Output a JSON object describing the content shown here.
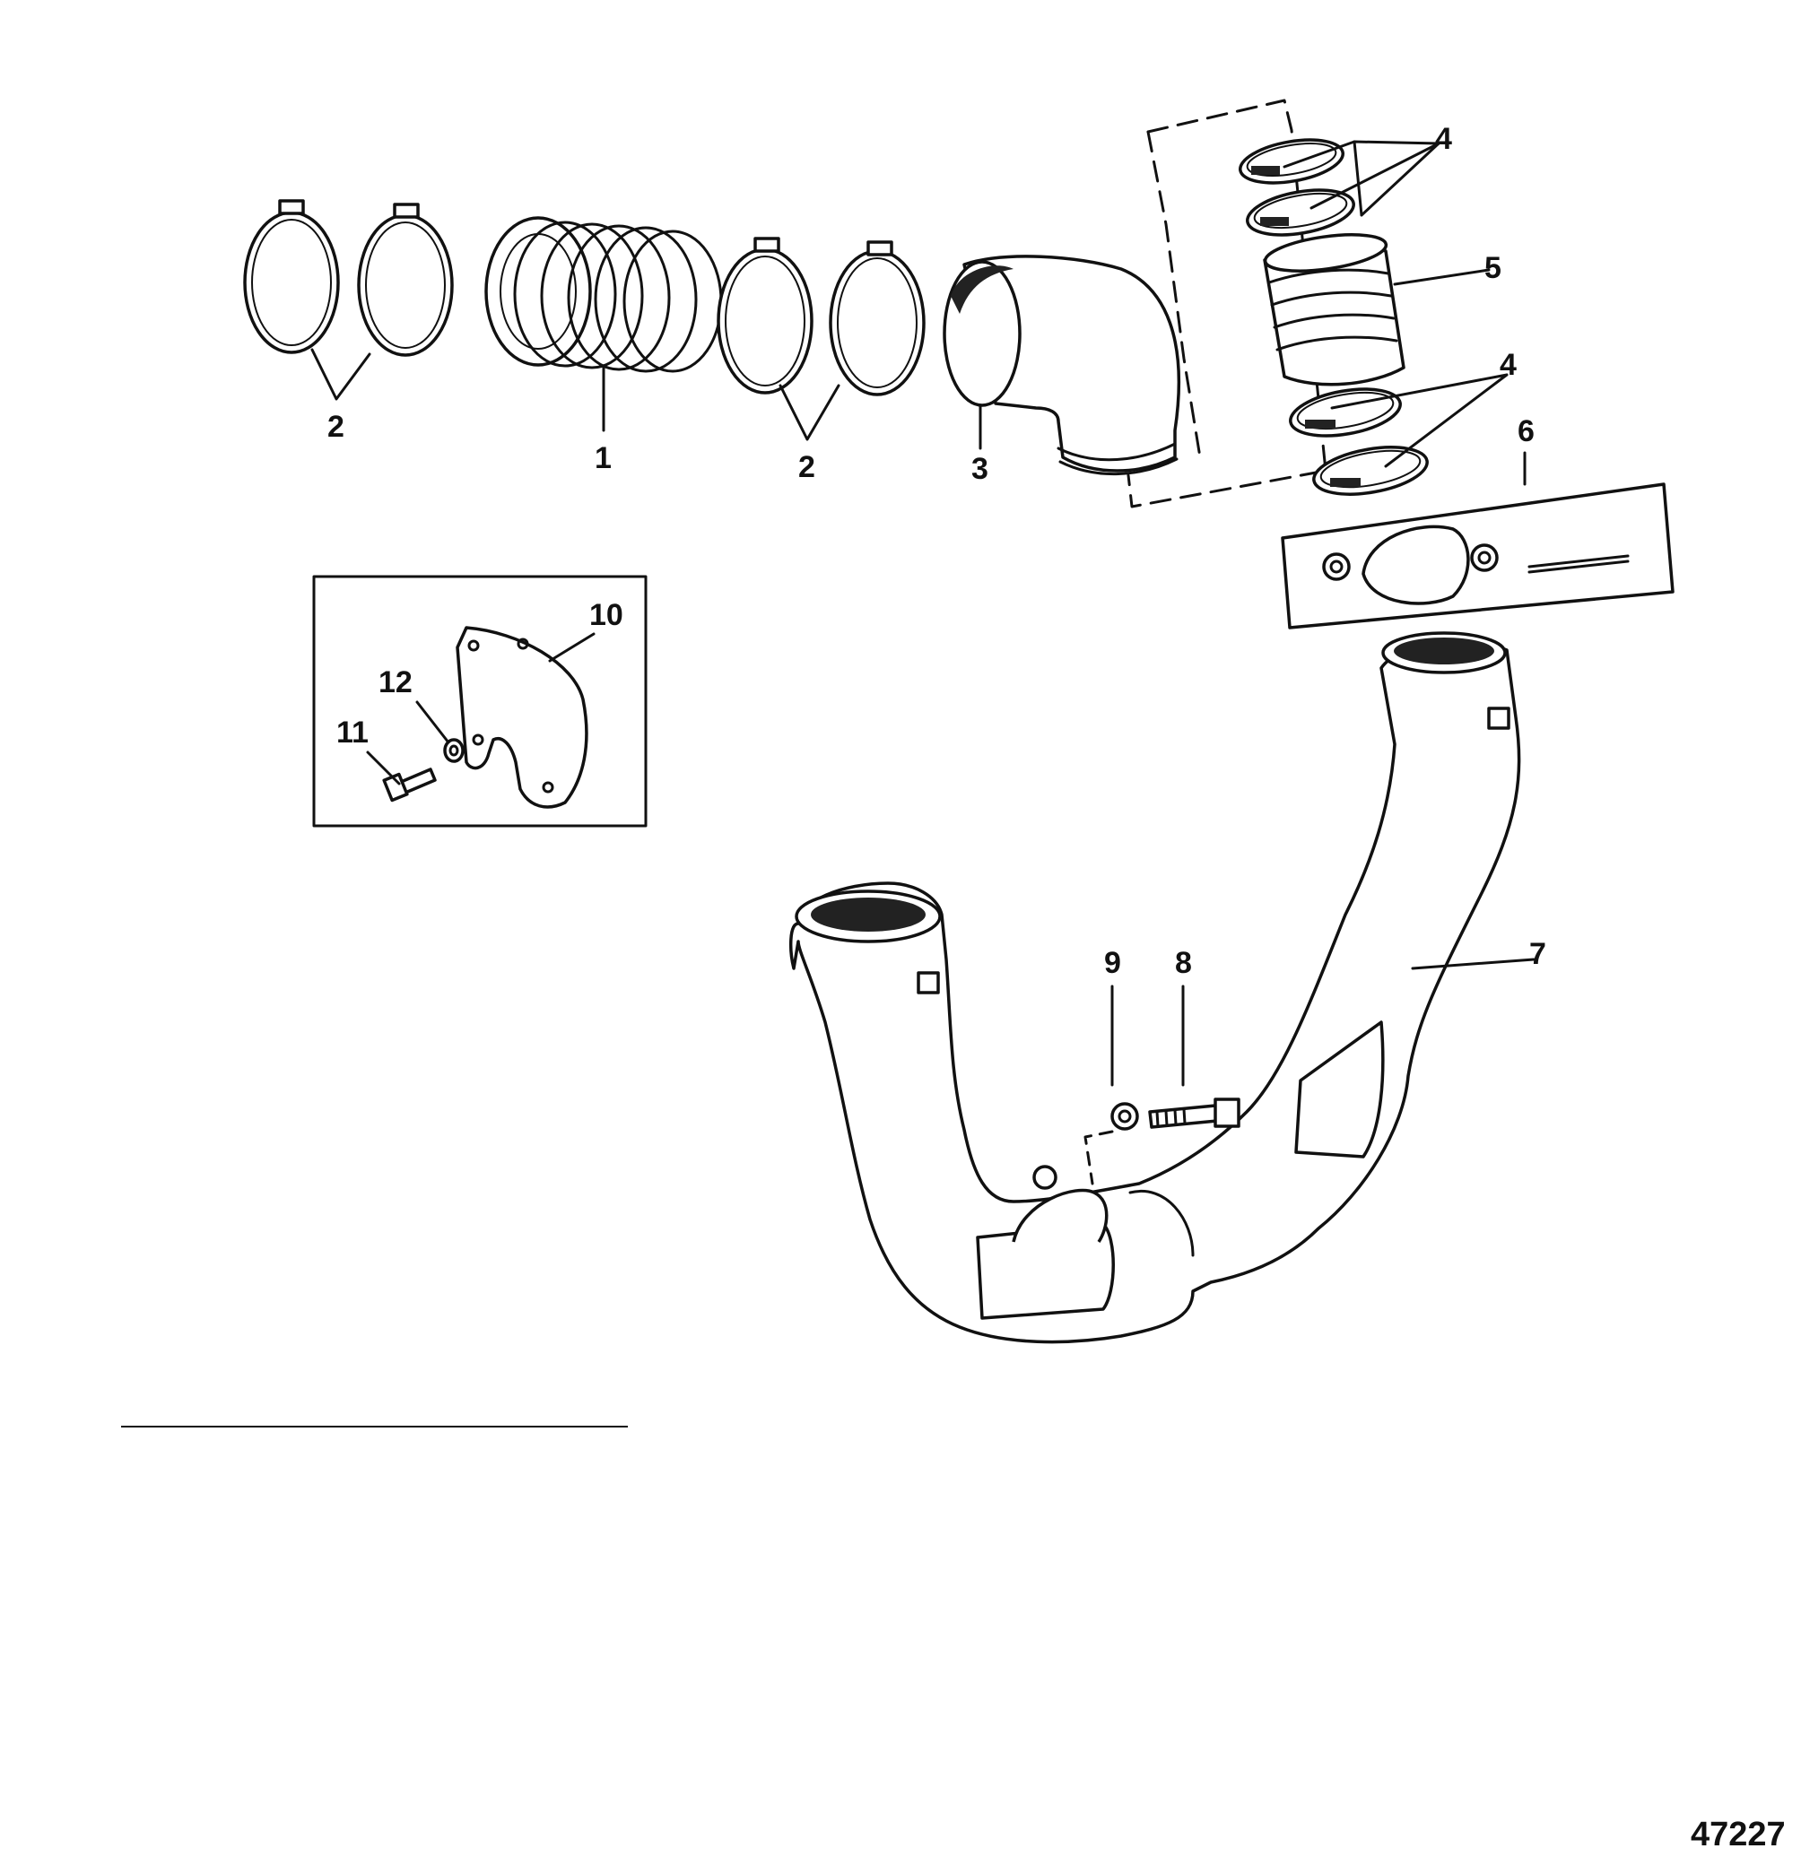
{
  "callouts": {
    "c1": "1",
    "c2a": "2",
    "c2b": "2",
    "c3": "3",
    "c4a": "4",
    "c4b": "4",
    "c5": "5",
    "c6": "6",
    "c7": "7",
    "c8": "8",
    "c9": "9",
    "c10": "10",
    "c11": "11",
    "c12": "12"
  },
  "drawing_number": "47227"
}
